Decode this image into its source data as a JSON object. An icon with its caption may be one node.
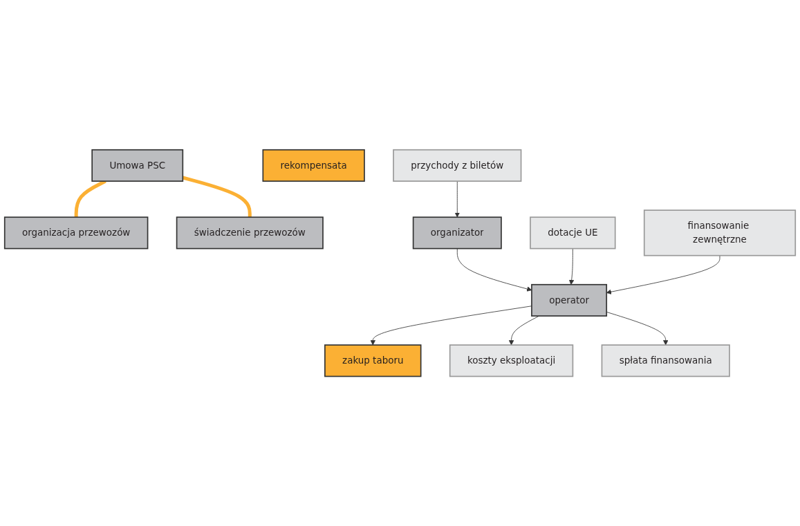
{
  "diagram": {
    "nodes": [
      {
        "text": [
          "Umowa PSC"
        ]
      },
      {
        "text": [
          "organizacja przewozów"
        ]
      },
      {
        "text": [
          "świadczenie przewozów"
        ]
      },
      {
        "text": [
          "rekompensata"
        ]
      },
      {
        "text": [
          "organizator"
        ]
      },
      {
        "text": [
          "operator"
        ]
      },
      {
        "text": [
          "zakup taboru"
        ]
      },
      {
        "text": [
          "przychody z biletów"
        ]
      },
      {
        "text": [
          "dotacje UE"
        ]
      },
      {
        "text": [
          "koszty eksploatacji"
        ]
      },
      {
        "text": [
          "finansowanie zewnętrzne"
        ]
      },
      {
        "text": [
          "spłata finansowania"
        ]
      }
    ],
    "edges": [
      {
        "from": 0,
        "to": 1,
        "arrow": "none",
        "style": "thick",
        "color": "#fbb034"
      },
      {
        "from": 0,
        "to": 2,
        "arrow": "none",
        "style": "thick",
        "color": "#fbb034"
      },
      {
        "from": 4,
        "to": 5,
        "arrow": "to"
      },
      {
        "from": 5,
        "to": 6,
        "arrow": "to"
      },
      {
        "from": 7,
        "to": 4,
        "arrow": "to"
      },
      {
        "from": 8,
        "to": 5,
        "arrow": "to"
      },
      {
        "from": 10,
        "to": 5,
        "arrow": "to"
      },
      {
        "from": 5,
        "to": 9,
        "arrow": "to"
      },
      {
        "from": 5,
        "to": 11,
        "arrow": "to"
      }
    ]
  }
}
